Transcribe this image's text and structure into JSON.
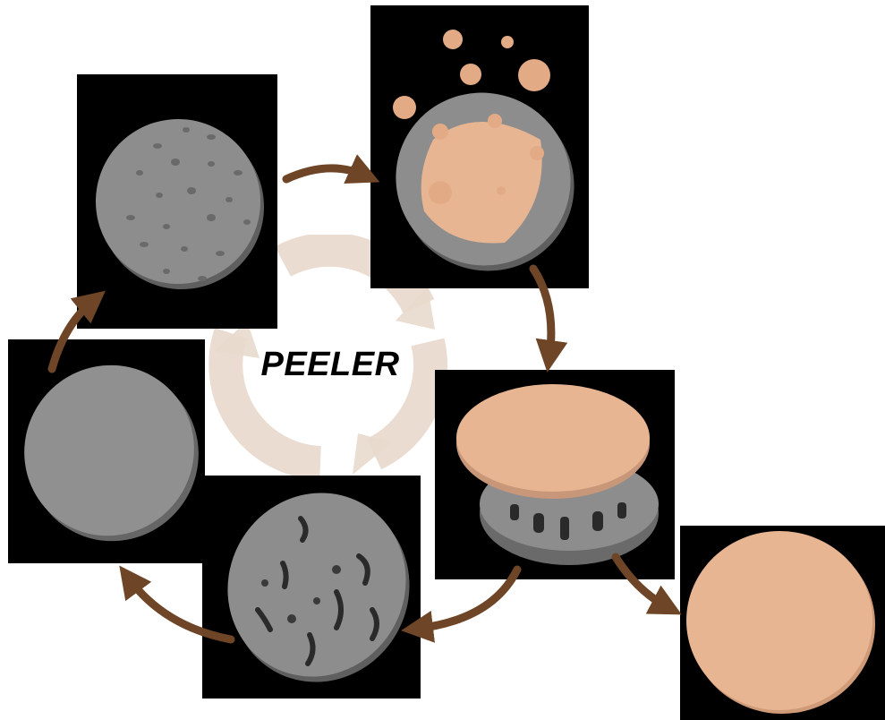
{
  "diagram": {
    "center_label": "PEELER",
    "colors": {
      "cycle_ring": "#e8d9cc",
      "arrow": "#6e4526",
      "substrate": "#8d8d8d",
      "film": "#e8b592",
      "panel_background": "#000000"
    },
    "stages": [
      {
        "name": "pitted-substrate",
        "icon": "wafer-with-pits"
      },
      {
        "name": "film-coating",
        "icon": "wafer-with-droplets"
      },
      {
        "name": "film-peeling",
        "icon": "peeling-film"
      },
      {
        "name": "peeled-film-output",
        "icon": "peeled-film-disc"
      },
      {
        "name": "residue-substrate",
        "icon": "wafer-with-residue"
      },
      {
        "name": "clean-substrate",
        "icon": "clean-wafer"
      }
    ]
  }
}
